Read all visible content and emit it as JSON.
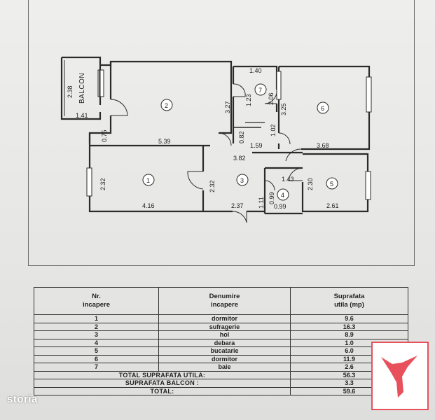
{
  "plan": {
    "balcon_label": "BALCON",
    "dims": {
      "balcon_h": "2.38",
      "balcon_w": "1.41",
      "d_075": "0.75",
      "r2_w": "5.39",
      "r2_h": "3.27",
      "r7_w": "1.40",
      "r7_h1": "1.23",
      "r7_h2": "2.06",
      "r6_h": "3.25",
      "r6_w": "3.68",
      "d_082": "0.82",
      "d_159": "1.59",
      "d_102": "1.02",
      "hol_w": "3.82",
      "r1_h": "2.32",
      "r1_w": "4.16",
      "hol_h": "2.32",
      "hol_b": "2.37",
      "r4_h1": "1.11",
      "r4_h2": "0.99",
      "r4_w": "0.99",
      "r4_t": "1.43",
      "r5_h": "2.30",
      "r5_w": "2.61"
    },
    "rooms": {
      "n1": "1",
      "n2": "2",
      "n3": "3",
      "n4": "4",
      "n5": "5",
      "n6": "6",
      "n7": "7"
    }
  },
  "table": {
    "headers": [
      "Nr.\nincapere",
      "Denumire\nincapere",
      "Suprafata\nutila  (mp)"
    ],
    "rows": [
      {
        "nr": "1",
        "name": "dormitor",
        "area": "9.6"
      },
      {
        "nr": "2",
        "name": "sufragerie",
        "area": "16.3"
      },
      {
        "nr": "3",
        "name": "hol",
        "area": "8.9"
      },
      {
        "nr": "4",
        "name": "debara",
        "area": "1.0"
      },
      {
        "nr": "5",
        "name": "bucatarie",
        "area": "6.0"
      },
      {
        "nr": "6",
        "name": "dormitor",
        "area": "11.9"
      },
      {
        "nr": "7",
        "name": "baie",
        "area": "2.6"
      }
    ],
    "totals": [
      {
        "label": "TOTAL SUPRAFATA UTILA:",
        "value": "56.3"
      },
      {
        "label": "SUPRAFATA BALCON :",
        "value": "3.3"
      },
      {
        "label": "TOTAL:",
        "value": "59.6"
      }
    ]
  },
  "brand": {
    "name": "storia",
    "accent": "#e8505b"
  }
}
